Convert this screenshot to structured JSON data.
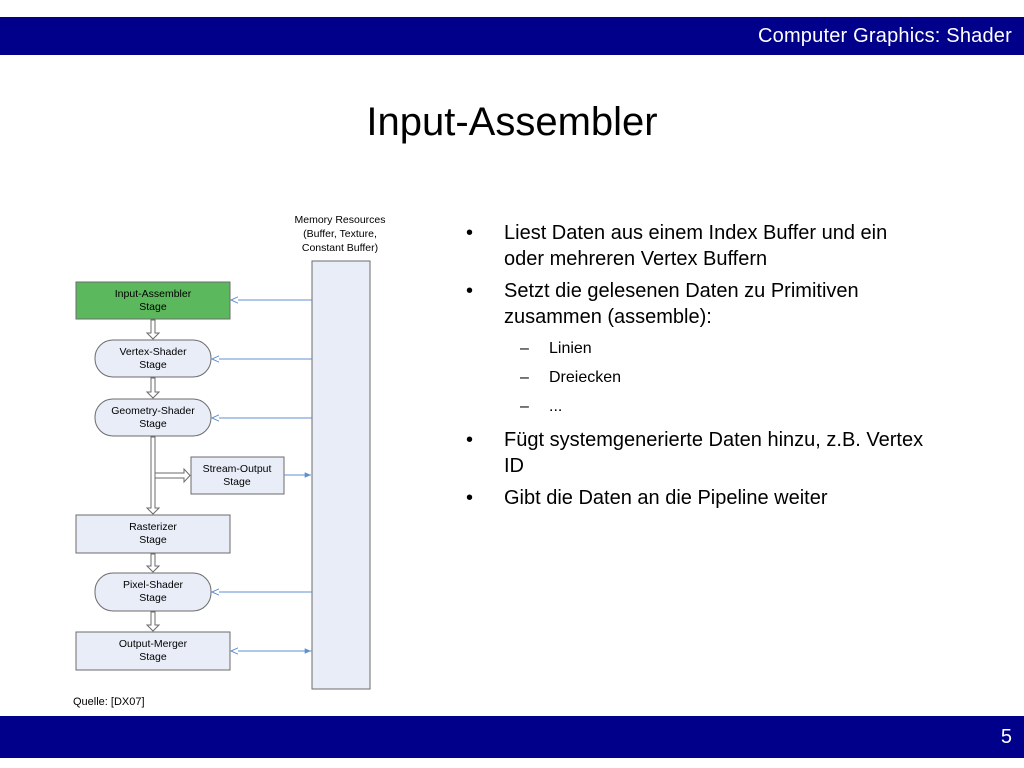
{
  "header": {
    "title": "Computer Graphics: Shader"
  },
  "slide": {
    "title": "Input-Assembler"
  },
  "diagram": {
    "memory_label": [
      "Memory Resources",
      "(Buffer, Texture,",
      "Constant Buffer)"
    ],
    "stages": [
      {
        "line1": "Input-Assembler",
        "line2": "Stage",
        "shape": "rect",
        "highlight": true
      },
      {
        "line1": "Vertex-Shader",
        "line2": "Stage",
        "shape": "pill",
        "highlight": false
      },
      {
        "line1": "Geometry-Shader",
        "line2": "Stage",
        "shape": "pill",
        "highlight": false
      },
      {
        "line1": "Stream-Output",
        "line2": "Stage",
        "shape": "rect",
        "highlight": false
      },
      {
        "line1": "Rasterizer",
        "line2": "Stage",
        "shape": "rect",
        "highlight": false
      },
      {
        "line1": "Pixel-Shader",
        "line2": "Stage",
        "shape": "pill",
        "highlight": false
      },
      {
        "line1": "Output-Merger",
        "line2": "Stage",
        "shape": "rect",
        "highlight": false
      }
    ],
    "colors": {
      "highlight": "#5cb85c",
      "stage_fill": "#e8edf8",
      "border": "#6b6b6b",
      "arrow": "#5f8fd0"
    }
  },
  "source": "Quelle: [DX07]",
  "bullets": [
    {
      "text": "Liest Daten aus einem Index Buffer und ein oder mehreren Vertex Buffern",
      "sub": []
    },
    {
      "text": "Setzt die gelesenen Daten zu Primitiven zusammen (assemble):",
      "sub": [
        "Linien",
        "Dreiecken",
        "..."
      ]
    },
    {
      "text": "Fügt systemgenerierte Daten hinzu, z.B. Vertex ID",
      "sub": []
    },
    {
      "text": "Gibt die Daten an die Pipeline weiter",
      "sub": []
    }
  ],
  "footer": {
    "page_number": "5"
  }
}
